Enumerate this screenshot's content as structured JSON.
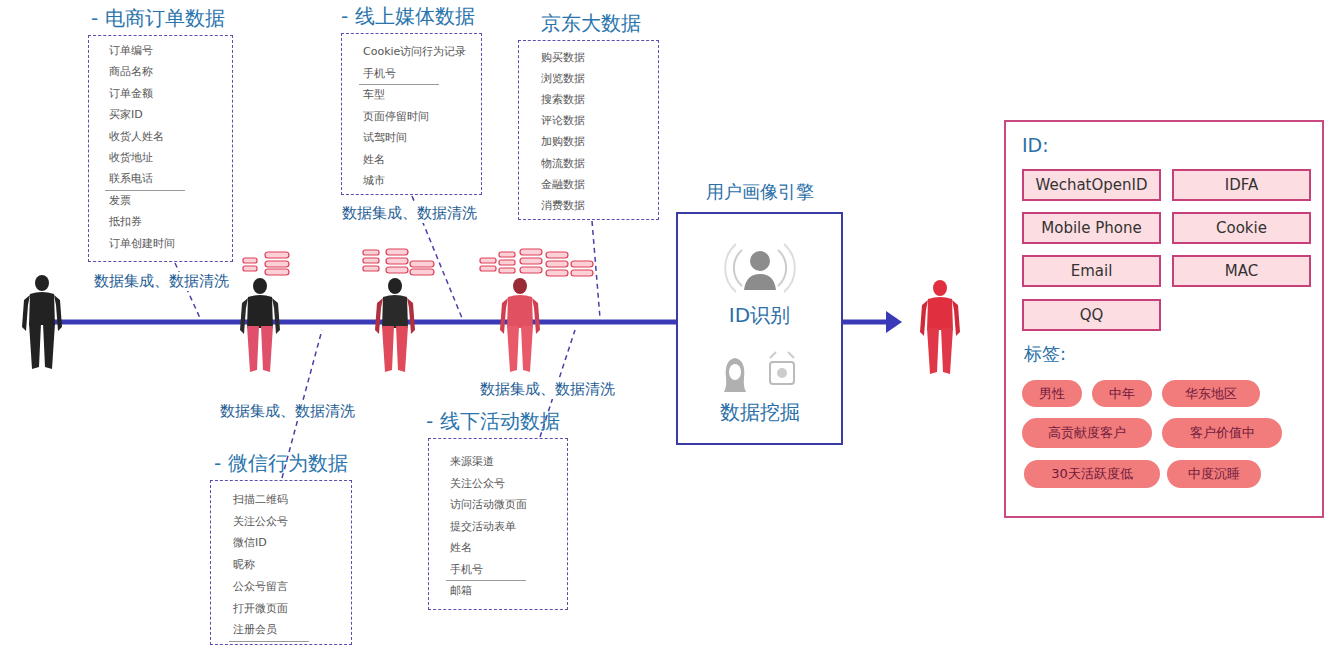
{
  "diagram": {
    "nodes": [
      {
        "text": [
          "- 电商订单数据",
          "订单编号",
          "商品名称",
          "订单金额",
          "买家ID",
          "收货人姓名",
          "收货地址",
          "联系电话",
          "发票",
          "抵扣券",
          "订单创建时间"
        ]
      },
      {
        "text": [
          "- 线上媒体数据",
          "Cookie访问行为记录",
          "手机号",
          "车型",
          "页面停留时间",
          "试驾时间",
          "姓名",
          "城市"
        ]
      },
      {
        "text": [
          "京东大数据",
          "购买数据",
          "浏览数据",
          "搜索数据",
          "评论数据",
          "加购数据",
          "物流数据",
          "金融数据",
          "消费数据"
        ]
      },
      {
        "text": [
          "- 微信行为数据",
          "扫描二维码",
          "关注公众号",
          "微信ID",
          "昵称",
          "公众号留言",
          "打开微页面",
          "注册会员"
        ]
      },
      {
        "text": [
          "- 线下活动数据",
          "来源渠道",
          "关注公众号",
          "访问活动微页面",
          "提交活动表单",
          "姓名",
          "手机号",
          "邮箱"
        ]
      },
      {
        "text": [
          "用户画像引擎",
          "ID识别",
          "数据挖掘"
        ]
      },
      {
        "text": [
          "ID:",
          "标签:"
        ]
      },
      {
        "text": [
          "WechatOpenID"
        ],
        "in": 6
      },
      {
        "text": [
          "IDFA"
        ],
        "in": 6
      },
      {
        "text": [
          "Mobile Phone"
        ],
        "in": 6
      },
      {
        "text": [
          "Cookie"
        ],
        "in": 6
      },
      {
        "text": [
          "Email"
        ],
        "in": 6
      },
      {
        "text": [
          "MAC"
        ],
        "in": 6
      },
      {
        "text": [
          "QQ"
        ],
        "in": 6
      },
      {
        "text": [
          "男性"
        ],
        "in": 6
      },
      {
        "text": [
          "中年"
        ],
        "in": 6
      },
      {
        "text": [
          "华东地区"
        ],
        "in": 6
      },
      {
        "text": [
          "高贡献度客户"
        ],
        "in": 6
      },
      {
        "text": [
          "客户价值中"
        ],
        "in": 6
      },
      {
        "text": [
          "30天活跃度低"
        ],
        "in": 6
      },
      {
        "text": [
          "中度沉睡"
        ],
        "in": 6
      }
    ],
    "labels": [
      "数据集成、数据清洗",
      "数据集成、数据清洗",
      "数据集成、数据清洗",
      "数据集成、数据清洗"
    ]
  }
}
